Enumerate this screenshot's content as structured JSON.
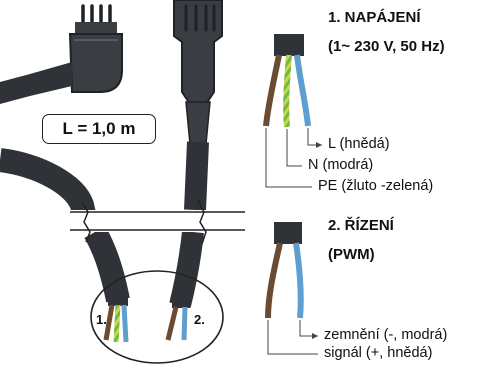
{
  "cable_length": "L = 1,0 m",
  "groups": [
    {
      "title_line1": "1. NAPÁJENÍ",
      "title_line2": "(1~ 230 V, 50 Hz)",
      "wires": [
        "L (hnědá)",
        "N (modrá)",
        "PE (žluto -zelená)"
      ]
    },
    {
      "title_line1": "2. ŘÍZENÍ",
      "title_line2": "(PWM)",
      "wires": [
        "zemnění (-, modrá)",
        "signál (+, hnědá)"
      ]
    }
  ],
  "end_labels": [
    "1.",
    "2."
  ],
  "colors": {
    "cable": "#2f3338",
    "brown": "#6b4b32",
    "blue": "#5f9fd0",
    "yellow_green": "#c9d84a"
  }
}
